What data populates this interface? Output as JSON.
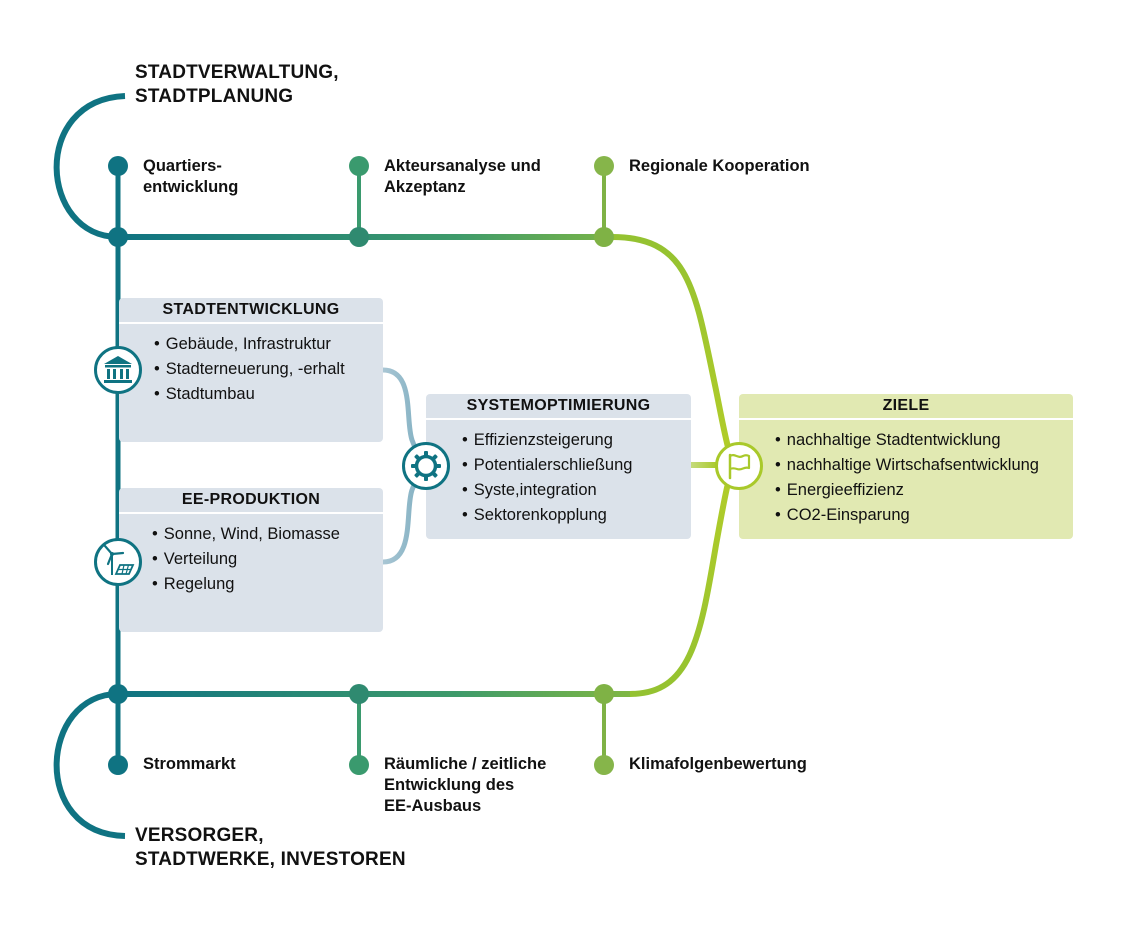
{
  "top_group": {
    "line1": "STADTVERWALTUNG,",
    "line2": "STADTPLANUNG"
  },
  "bottom_group": {
    "line1": "VERSORGER,",
    "line2": "STADTWERKE, INVESTOREN"
  },
  "top_stops": [
    {
      "line1": "Quartiers-",
      "line2": "entwicklung"
    },
    {
      "line1": "Akteursanalyse und",
      "line2": "Akzeptanz"
    },
    {
      "line1": "Regionale Kooperation"
    }
  ],
  "bottom_stops": [
    {
      "line1": "Strommarkt"
    },
    {
      "line1": "Räumliche / zeitliche",
      "line2": "Entwicklung des",
      "line3": "EE-Ausbaus"
    },
    {
      "line1": "Klimafolgenbewertung"
    }
  ],
  "boxes": {
    "stadtentwicklung": {
      "title": "STADTENTWICKLUNG",
      "items": [
        "Gebäude, Infrastruktur",
        "Stadterneuerung, -erhalt",
        "Stadtumbau"
      ]
    },
    "ee_produktion": {
      "title": "EE-PRODUKTION",
      "items": [
        "Sonne, Wind, Biomasse",
        "Verteilung",
        "Regelung"
      ]
    },
    "systemoptimierung": {
      "title": "SYSTEMOPTIMIERUNG",
      "items": [
        "Effizienzsteigerung",
        "Potentialerschließung",
        "Syste,integration",
        "Sektorenkopplung"
      ]
    },
    "ziele": {
      "title": "ZIELE",
      "items": [
        "nachhaltige Stadtentwicklung",
        "nachhaltige Wirtschafsentwicklung",
        "Energieeffizienz",
        "CO2-Einsparung"
      ]
    }
  },
  "icons": [
    "building-icon",
    "wind-solar-icon",
    "gear-icon",
    "flag-icon"
  ],
  "colors": {
    "teal": "#0f7382",
    "mid_green": "#3a9a6e",
    "light_green": "#8dbb3c",
    "lime": "#a9c92a",
    "box_grey": "#dbe2ea",
    "box_green": "#e1e9b2"
  }
}
